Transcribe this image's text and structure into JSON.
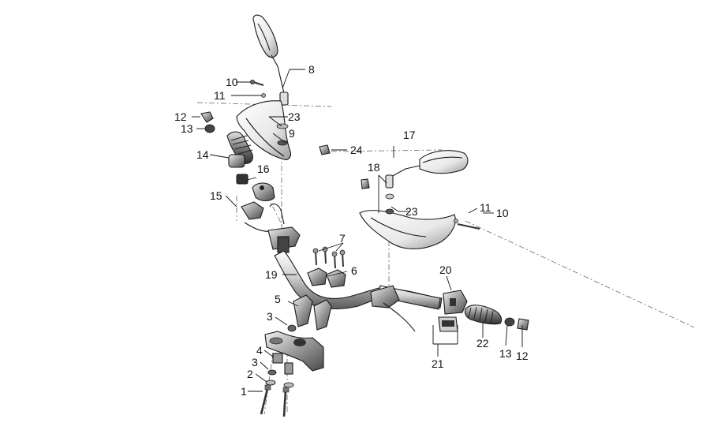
{
  "diagram": {
    "callouts": {
      "c1": "1",
      "c2": "2",
      "c3a": "3",
      "c3b": "3",
      "c4": "4",
      "c5": "5",
      "c6": "6",
      "c7": "7",
      "c8": "8",
      "c9": "9",
      "c10a": "10",
      "c10b": "10",
      "c11a": "11",
      "c11b": "11",
      "c12a": "12",
      "c12b": "12",
      "c13a": "13",
      "c13b": "13",
      "c14": "14",
      "c15": "15",
      "c16": "16",
      "c17": "17",
      "c18": "18",
      "c19": "19",
      "c20": "20",
      "c21": "21",
      "c22": "22",
      "c23a": "23",
      "c23b": "23",
      "c24": "24"
    },
    "colors": {
      "line": "#111111",
      "metal": "#8c8c8c",
      "dark": "#555555",
      "light": "#d9d9d9",
      "white": "#ffffff"
    }
  }
}
